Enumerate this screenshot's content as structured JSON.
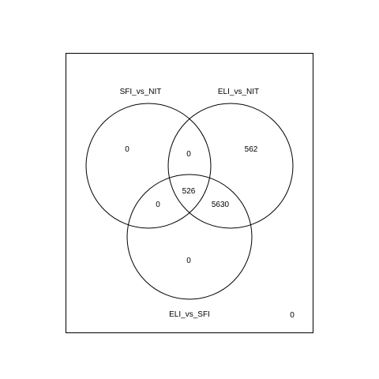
{
  "venn": {
    "sets": [
      {
        "name": "SFI_vs_NIT"
      },
      {
        "name": "ELI_vs_NIT"
      },
      {
        "name": "ELI_vs_SFI"
      }
    ],
    "regions": {
      "sfi_only": "0",
      "eli_nit_only": "562",
      "eli_sfi_only": "0",
      "sfi_and_eli_nit": "0",
      "sfi_and_eli_sfi": "0",
      "eli_nit_and_eli_sfi": "5630",
      "all_three": "526",
      "outside": "0"
    }
  }
}
